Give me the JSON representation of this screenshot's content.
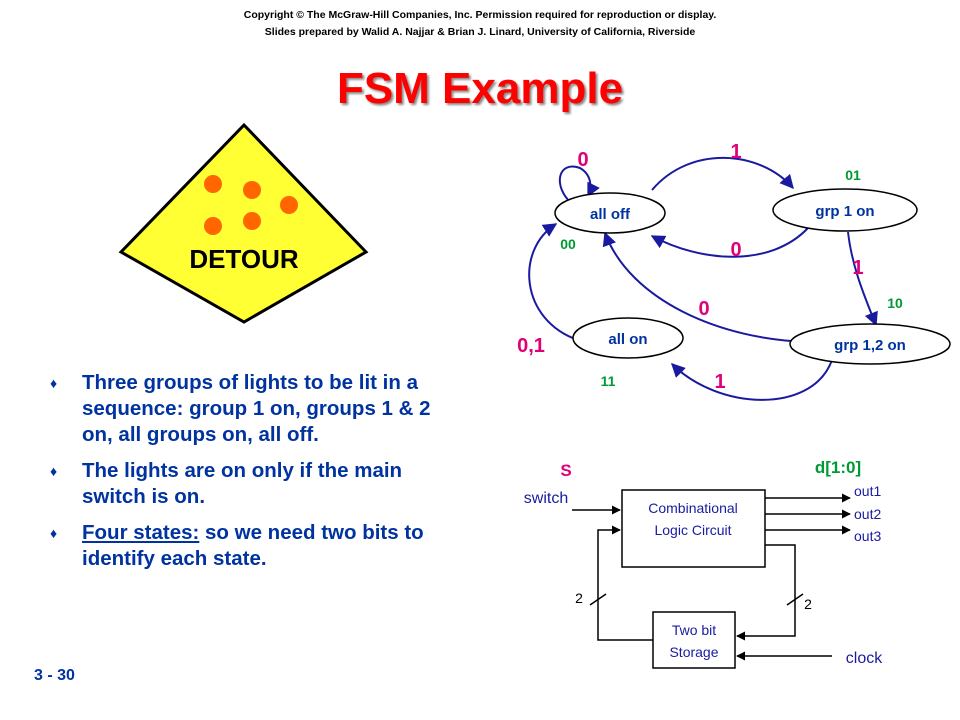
{
  "header": {
    "copyright": "Copyright © The McGraw-Hill Companies, Inc. Permission required for reproduction or display.",
    "credits": "Slides prepared by Walid A. Najjar & Brian J. Linard, University of California, Riverside"
  },
  "title": "FSM Example",
  "detour_sign": {
    "label": "DETOUR",
    "fill_color": "#ffff33",
    "dot_color": "#ff6600"
  },
  "bullets": [
    {
      "text": "Three groups of lights to be lit in a sequence: group 1 on, groups 1 & 2 on, all groups on, all off."
    },
    {
      "text": "The lights are on only if the main switch is on."
    },
    {
      "underlined": "Four states:",
      "text": " so we need two bits to identify each state."
    }
  ],
  "state_diagram": {
    "states": [
      {
        "name": "all off",
        "code": "00"
      },
      {
        "name": "grp 1 on",
        "code": "01"
      },
      {
        "name": "grp 1,2 on",
        "code": "10"
      },
      {
        "name": "all on",
        "code": "11"
      }
    ],
    "transitions": [
      {
        "from": "all off",
        "to": "all off",
        "label": "0"
      },
      {
        "from": "all off",
        "to": "grp 1 on",
        "label": "1"
      },
      {
        "from": "grp 1 on",
        "to": "all off",
        "label": "0"
      },
      {
        "from": "grp 1 on",
        "to": "grp 1,2 on",
        "label": "1"
      },
      {
        "from": "grp 1,2 on",
        "to": "all off",
        "label": "0"
      },
      {
        "from": "grp 1,2 on",
        "to": "all on",
        "label": "1"
      },
      {
        "from": "all on",
        "to": "all off",
        "label": "0,1"
      }
    ],
    "colors": {
      "arrow": "#1a1aa0",
      "input_label": "#e0007a",
      "state_code": "#009933"
    }
  },
  "circuit": {
    "input_label": "S",
    "input_name": "switch",
    "output_label": "d[1:0]",
    "outputs": [
      "out1",
      "out2",
      "out3"
    ],
    "logic_block_line1": "Combinational",
    "logic_block_line2": "Logic Circuit",
    "storage_line1": "Two bit",
    "storage_line2": "Storage",
    "bus_width_left": "2",
    "bus_width_right": "2",
    "clock_label": "clock"
  },
  "page_number": "3 - 30"
}
